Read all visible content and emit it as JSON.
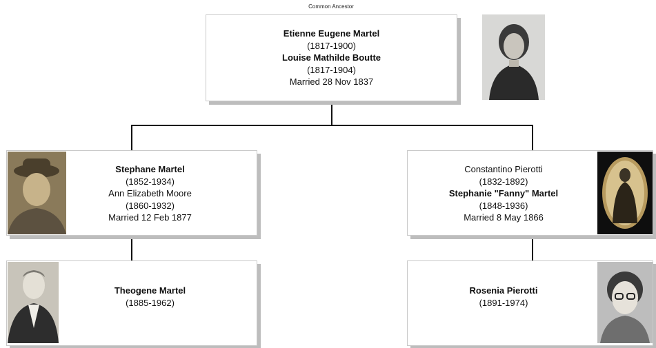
{
  "caption": "Common Ancestor",
  "ancestor": {
    "line1": "Etienne Eugene Martel",
    "line2": "(1817-1900)",
    "line3": "Louise Mathilde Boutte",
    "line4": "(1817-1904)",
    "line5": "Married 28 Nov 1837",
    "photo": "elderly-woman-portrait"
  },
  "left_parent": {
    "line1": "Stephane Martel",
    "line2": "(1852-1934)",
    "line3": "Ann Elizabeth Moore",
    "line4": "(1860-1932)",
    "line5": "Married 12 Feb 1877",
    "photo": "man-with-hat-portrait"
  },
  "right_parent": {
    "line1": "Constantino Pierotti",
    "line2": "(1832-1892)",
    "line3": "Stephanie \"Fanny\" Martel",
    "line4": "(1848-1936)",
    "line5": "Married 8 May 1866",
    "photo": "woman-in-oval-frame-portrait"
  },
  "left_child": {
    "line1": "Theogene Martel",
    "line2": "(1885-1962)",
    "photo": "man-in-suit-portrait"
  },
  "right_child": {
    "line1": "Rosenia Pierotti",
    "line2": "(1891-1974)",
    "photo": "woman-with-glasses-portrait"
  }
}
